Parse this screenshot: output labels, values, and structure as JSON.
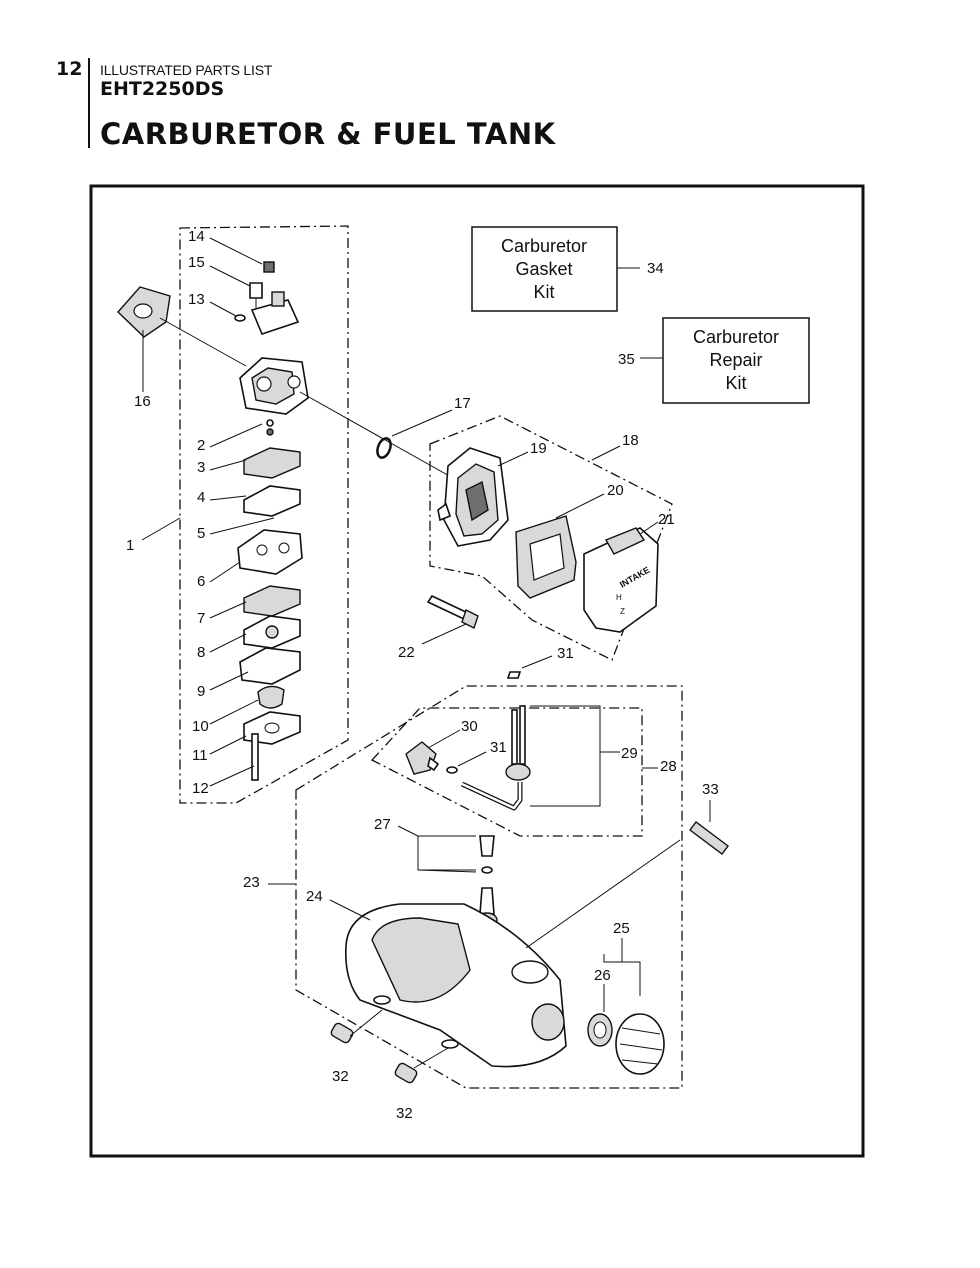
{
  "header": {
    "page_number": "12",
    "section": "ILLUSTRATED PARTS LIST",
    "model": "EHT2250DS",
    "title": "CARBURETOR & FUEL TANK"
  },
  "kits": [
    {
      "lines": [
        "Carburetor",
        "Gasket",
        "Kit"
      ],
      "number": "34"
    },
    {
      "lines": [
        "Carburetor",
        "Repair",
        "Kit"
      ],
      "number": "35"
    }
  ],
  "callouts": {
    "c1": "1",
    "c2": "2",
    "c3": "3",
    "c4": "4",
    "c5": "5",
    "c6": "6",
    "c7": "7",
    "c8": "8",
    "c9": "9",
    "c10": "10",
    "c11": "11",
    "c12": "12",
    "c13": "13",
    "c14": "14",
    "c15": "15",
    "c16": "16",
    "c17": "17",
    "c18": "18",
    "c19": "19",
    "c20": "20",
    "c21": "21",
    "c22": "22",
    "c23": "23",
    "c24": "24",
    "c25": "25",
    "c26": "26",
    "c27": "27",
    "c28": "28",
    "c29": "29",
    "c30": "30",
    "c31a": "31",
    "c31b": "31",
    "c32a": "32",
    "c32b": "32",
    "c33": "33"
  },
  "air_cover_text": {
    "intake": "INTAKE",
    "mark1": "H",
    "mark2": "Z"
  }
}
